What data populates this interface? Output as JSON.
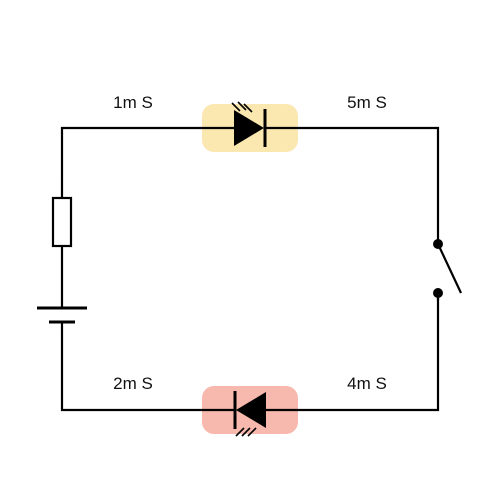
{
  "labels": {
    "top_left": "1m S",
    "top_right": "5m S",
    "bottom_left": "2m S",
    "bottom_right": "4m S"
  },
  "components": {
    "top_led": {
      "highlight_color": "#fbe7b0",
      "direction": "right"
    },
    "bottom_led": {
      "highlight_color": "#f7b8ad",
      "direction": "left"
    },
    "resistor": "resistor-icon",
    "battery": "battery-icon",
    "switch": {
      "state": "open"
    }
  },
  "colors": {
    "wire": "#000000",
    "background": "#ffffff"
  }
}
